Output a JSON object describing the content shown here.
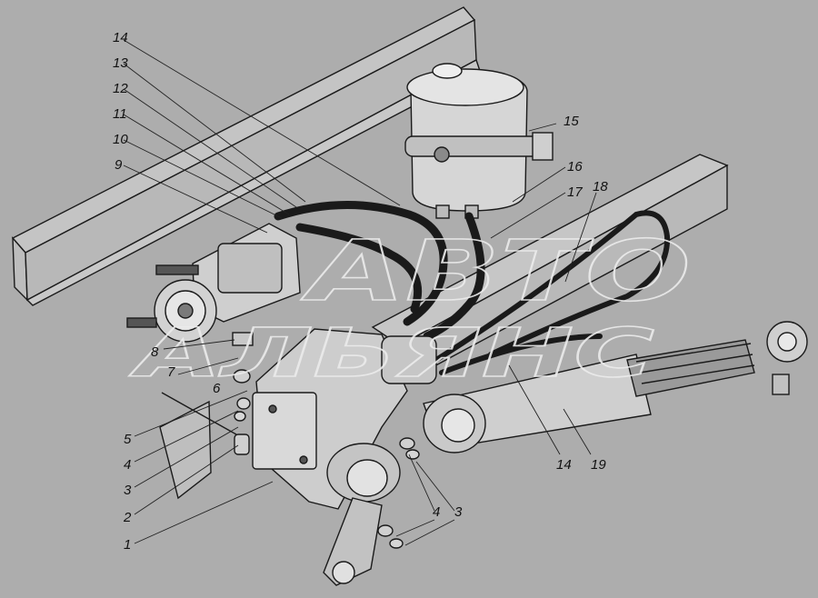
{
  "watermark": {
    "line1": "АВТО",
    "line2": "АЛЬЯНС"
  },
  "callouts": [
    {
      "id": "c1",
      "text": "1"
    },
    {
      "id": "c2",
      "text": "2"
    },
    {
      "id": "c3a",
      "text": "3"
    },
    {
      "id": "c3b",
      "text": "3"
    },
    {
      "id": "c4a",
      "text": "4"
    },
    {
      "id": "c4b",
      "text": "4"
    },
    {
      "id": "c5",
      "text": "5"
    },
    {
      "id": "c6",
      "text": "6"
    },
    {
      "id": "c7",
      "text": "7"
    },
    {
      "id": "c8",
      "text": "8"
    },
    {
      "id": "c9",
      "text": "9"
    },
    {
      "id": "c10",
      "text": "10"
    },
    {
      "id": "c11",
      "text": "11"
    },
    {
      "id": "c12",
      "text": "12"
    },
    {
      "id": "c13",
      "text": "13"
    },
    {
      "id": "c14a",
      "text": "14"
    },
    {
      "id": "c14b",
      "text": "14"
    },
    {
      "id": "c15",
      "text": "15"
    },
    {
      "id": "c16",
      "text": "16"
    },
    {
      "id": "c17",
      "text": "17"
    },
    {
      "id": "c18",
      "text": "18"
    },
    {
      "id": "c19",
      "text": "19"
    }
  ],
  "colors": {
    "background": "#adadad",
    "line": "#1a1a1a",
    "part_fill": "#c9c9c9",
    "part_light": "#e6e6e6",
    "watermark": "#ececec"
  }
}
